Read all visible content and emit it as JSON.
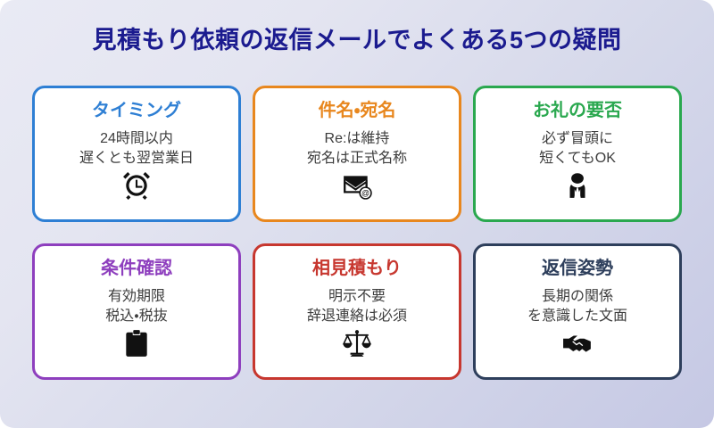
{
  "header": {
    "title": "見積もり依頼の返信メールでよくある5つの疑問",
    "title_color": "#1b1b8f"
  },
  "background": {
    "gradient_from": "#e9eaf4",
    "gradient_to": "#c5c8e4"
  },
  "cards": [
    {
      "title": "タイミング",
      "line1": "24時間以内",
      "line2": "遅くとも翌営業日",
      "icon": "alarm-clock-icon",
      "color": "#2e7fd4"
    },
    {
      "title": "件名・宛名",
      "line1": "Re:は維持",
      "line2": "宛名は正式名称",
      "icon": "email-at-icon",
      "color": "#e8871e"
    },
    {
      "title": "お礼の要否",
      "line1": "必ず冒頭に",
      "line2": "短くてもOK",
      "icon": "bowing-person-icon",
      "color": "#2aa84f"
    },
    {
      "title": "条件確認",
      "line1": "有効期限",
      "line2": "税込・税抜",
      "icon": "clipboard-icon",
      "color": "#8e3fbe"
    },
    {
      "title": "相見積もり",
      "line1": "明示不要",
      "line2": "辞退連絡は必須",
      "icon": "balance-scale-icon",
      "color": "#c7372f"
    },
    {
      "title": "返信姿勢",
      "line1": "長期の関係",
      "line2": "を意識した文面",
      "icon": "handshake-icon",
      "color": "#2e3f5c"
    }
  ]
}
